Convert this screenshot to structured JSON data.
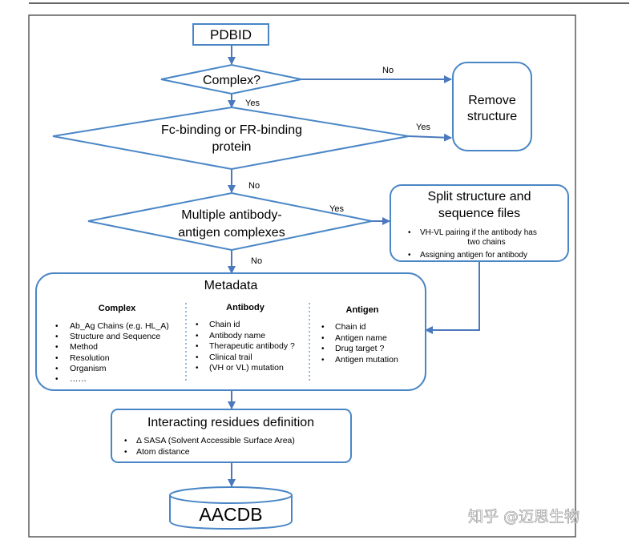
{
  "colors": {
    "node_stroke": "#4a86c6",
    "arrow": "#4a79bd",
    "frame": "#333333"
  },
  "nodes": {
    "pdbid": "PDBID",
    "complex_question": "Complex?",
    "fc_binding": [
      "Fc-binding  or FR-binding",
      "protein"
    ],
    "multiple_complexes": [
      "Multiple  antibody-",
      "antigen complexes"
    ],
    "remove_structure": [
      "Remove",
      "structure"
    ],
    "split_files": {
      "title": [
        "Split structure and",
        "sequence files"
      ],
      "items": [
        [
          "VH-VL pairing if  the antibody has",
          "two chains"
        ],
        [
          "Assigning antigen for antibody"
        ]
      ]
    },
    "metadata": {
      "title": "Metadata",
      "columns": [
        {
          "heading": "Complex",
          "items": [
            "Ab_Ag Chains (e.g. HL_A)",
            "Structure  and Sequence",
            "Method",
            "Resolution",
            "Organism",
            "……"
          ]
        },
        {
          "heading": "Antibody",
          "items": [
            "Chain id",
            "Antibody name",
            "Therapeutic antibody ?",
            "Clinical trail",
            "(VH or VL) mutation"
          ]
        },
        {
          "heading": "Antigen",
          "items": [
            "Chain id",
            "Antigen name",
            "Drug target ?",
            "Antigen mutation"
          ]
        }
      ]
    },
    "interacting": {
      "title": "Interacting residues definition",
      "items": [
        "Δ SASA (Solvent Accessible Surface Area)",
        "Atom distance"
      ]
    },
    "aacdb": "AACDB"
  },
  "edge_labels": {
    "complex_no": "No",
    "complex_yes": "Yes",
    "fc_yes": "Yes",
    "fc_no": "No",
    "multi_yes": "Yes",
    "multi_no": "No"
  },
  "watermark": "知乎 @迈思生物"
}
